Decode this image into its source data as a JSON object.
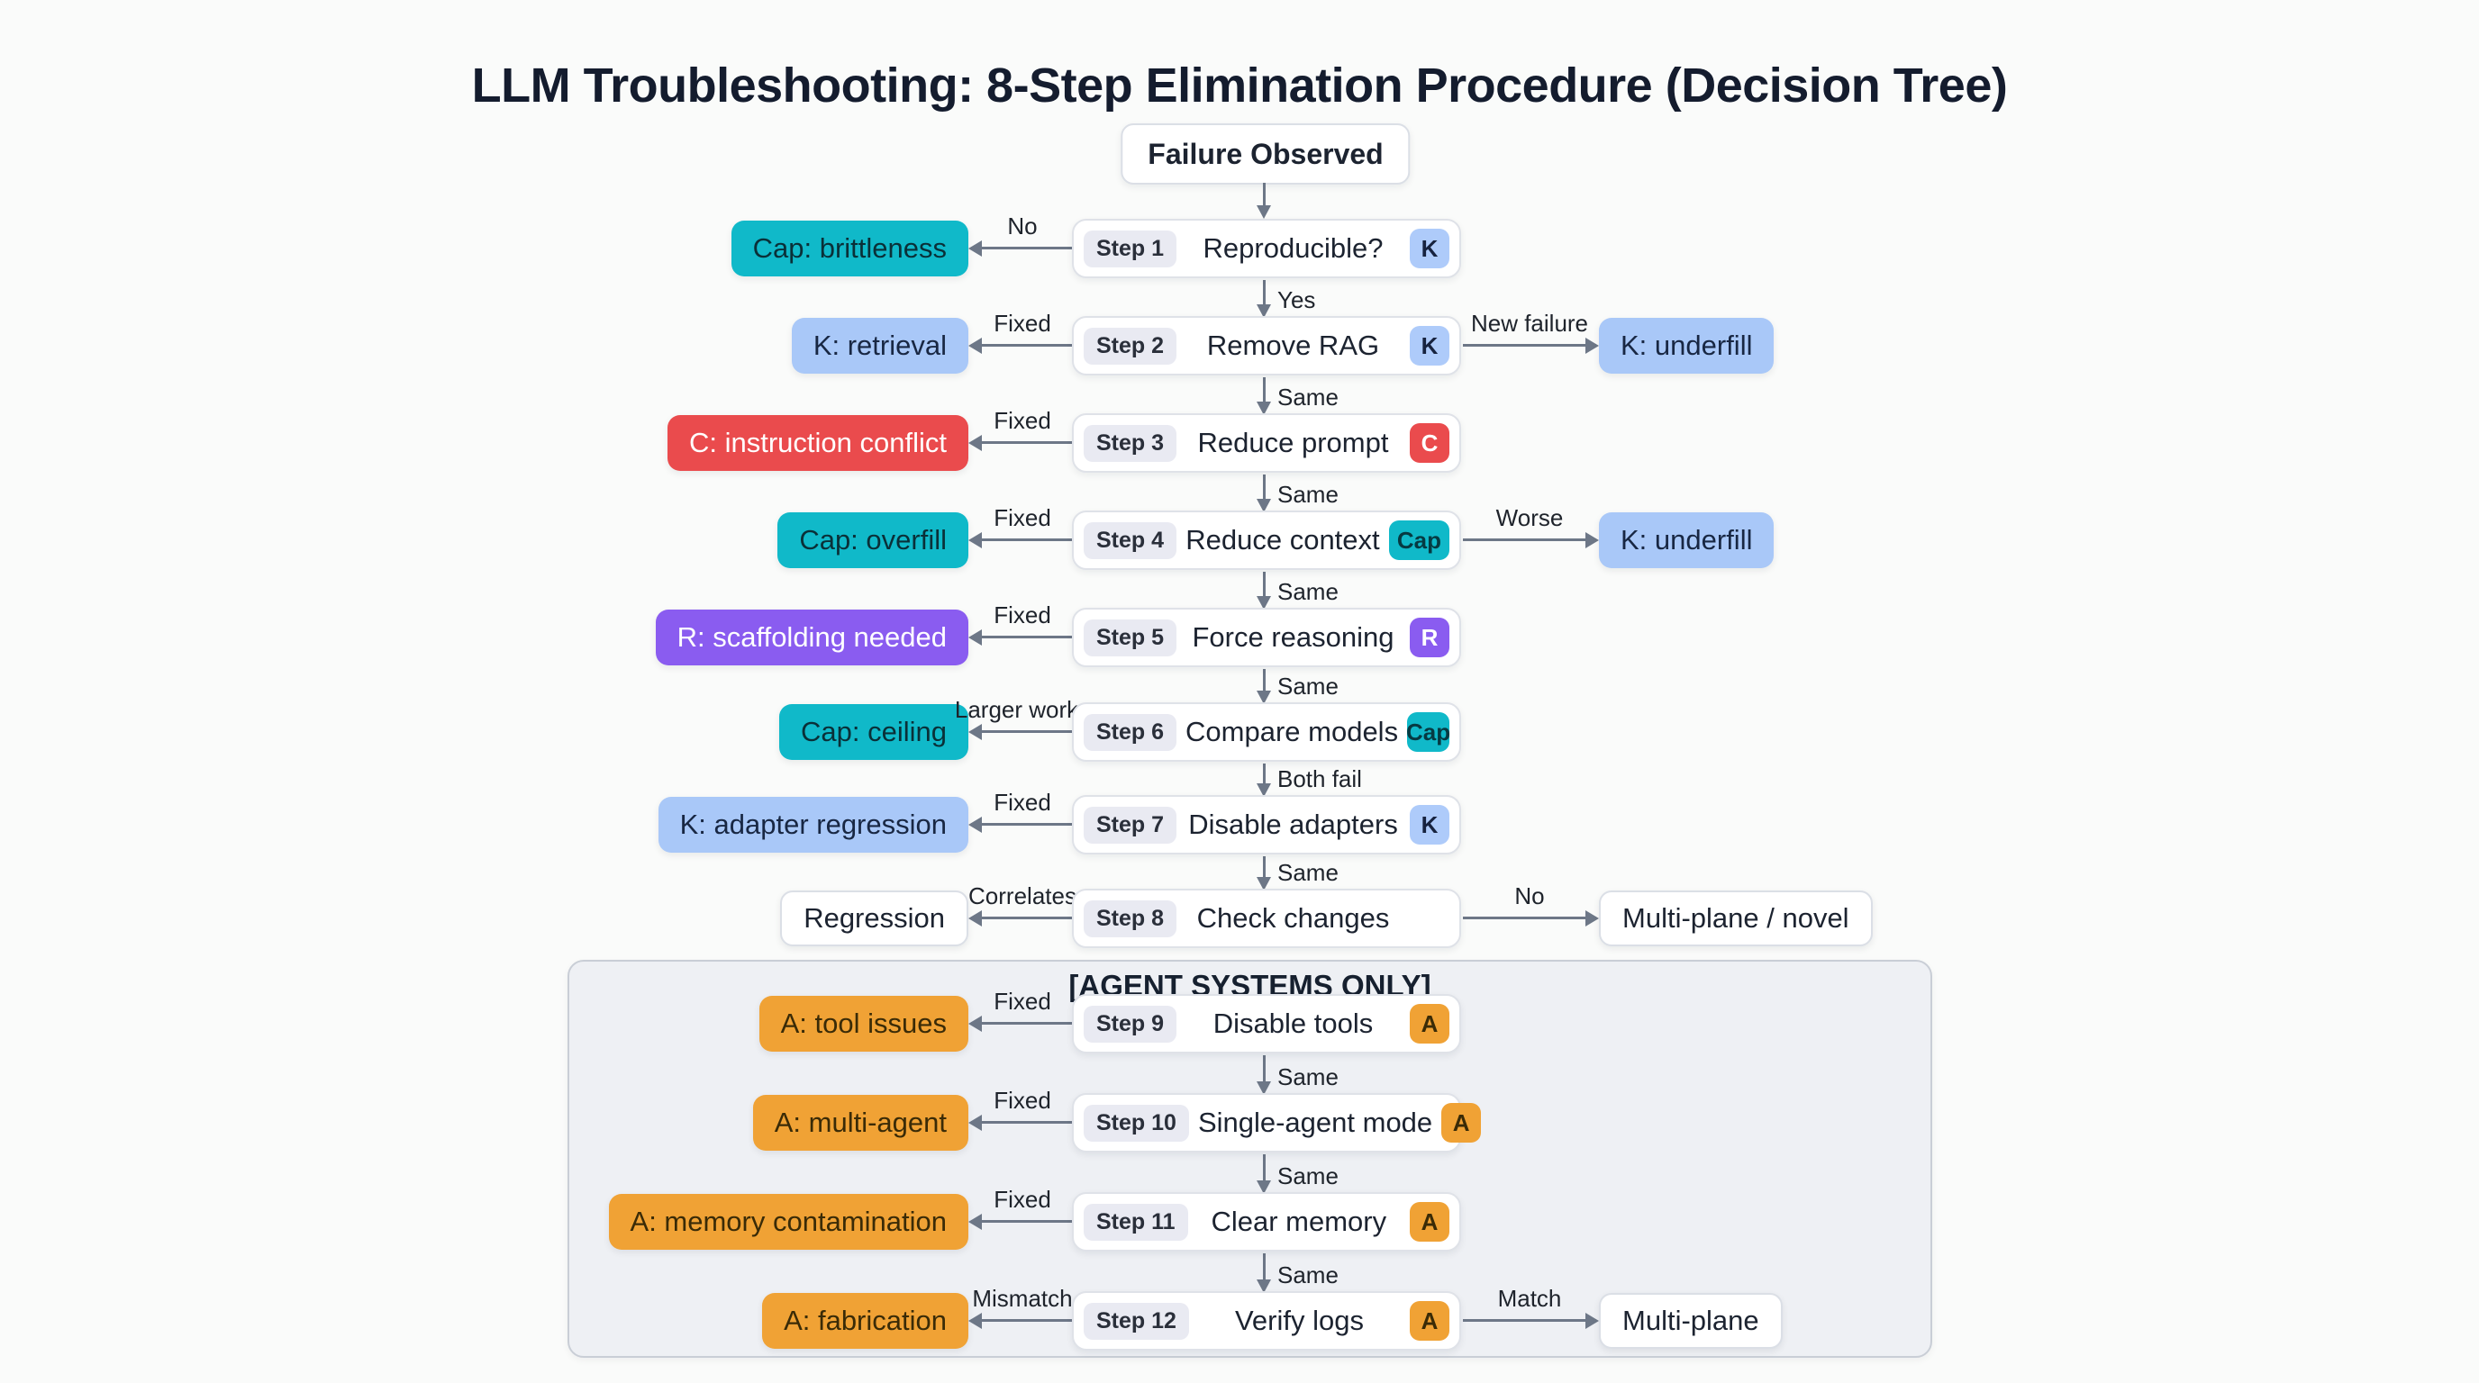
{
  "title": "LLM Troubleshooting: 8-Step Elimination Procedure (Decision Tree)",
  "root": {
    "label": "Failure Observed"
  },
  "agent_panel": {
    "header": "[AGENT SYSTEMS ONLY]"
  },
  "connectors": [
    "Yes",
    "Same",
    "Same",
    "Same",
    "Same",
    "Both fail",
    "Same",
    "Same",
    "Same",
    "Same"
  ],
  "rows": [
    {
      "step": "Step 1",
      "action": "Reproducible?",
      "badge": "K",
      "left": {
        "label": "Cap: brittleness",
        "arrow": "No"
      }
    },
    {
      "step": "Step 2",
      "action": "Remove RAG",
      "badge": "K",
      "left": {
        "label": "K: retrieval",
        "arrow": "Fixed"
      },
      "right": {
        "label": "K: underfill",
        "arrow": "New failure"
      }
    },
    {
      "step": "Step 3",
      "action": "Reduce prompt",
      "badge": "C",
      "left": {
        "label": "C: instruction conflict",
        "arrow": "Fixed"
      }
    },
    {
      "step": "Step 4",
      "action": "Reduce context",
      "badge": "Cap",
      "left": {
        "label": "Cap: overfill",
        "arrow": "Fixed"
      },
      "right": {
        "label": "K: underfill",
        "arrow": "Worse"
      }
    },
    {
      "step": "Step 5",
      "action": "Force reasoning",
      "badge": "R",
      "left": {
        "label": "R: scaffolding needed",
        "arrow": "Fixed"
      }
    },
    {
      "step": "Step 6",
      "action": "Compare models",
      "badge": "Cap",
      "left": {
        "label": "Cap: ceiling",
        "arrow": "Larger works"
      }
    },
    {
      "step": "Step 7",
      "action": "Disable adapters",
      "badge": "K",
      "left": {
        "label": "K: adapter regression",
        "arrow": "Fixed"
      }
    },
    {
      "step": "Step 8",
      "action": "Check changes",
      "badge": "",
      "left": {
        "label": "Regression",
        "arrow": "Correlates"
      },
      "right": {
        "label": "Multi-plane / novel",
        "arrow": "No"
      }
    },
    {
      "step": "Step 9",
      "action": "Disable tools",
      "badge": "A",
      "left": {
        "label": "A: tool issues",
        "arrow": "Fixed"
      }
    },
    {
      "step": "Step 10",
      "action": "Single-agent mode",
      "badge": "A",
      "left": {
        "label": "A: multi-agent",
        "arrow": "Fixed"
      }
    },
    {
      "step": "Step 11",
      "action": "Clear memory",
      "badge": "A",
      "left": {
        "label": "A: memory contamination",
        "arrow": "Fixed"
      }
    },
    {
      "step": "Step 12",
      "action": "Verify logs",
      "badge": "A",
      "left": {
        "label": "A: fabrication",
        "arrow": "Mismatch"
      },
      "right": {
        "label": "Multi-plane",
        "arrow": "Match"
      }
    }
  ],
  "palette": {
    "teal": "#10b9c9",
    "light_blue": "#a9c8f8",
    "red": "#ea4b4d",
    "purple": "#8a5cf0",
    "orange": "#f0a235",
    "arrow_gray": "#6d7787",
    "panel_bg": "#eef0f4",
    "node_border": "#dbdfe6",
    "chip_bg": "#e9eaf2",
    "title_text": "#141c2e"
  }
}
